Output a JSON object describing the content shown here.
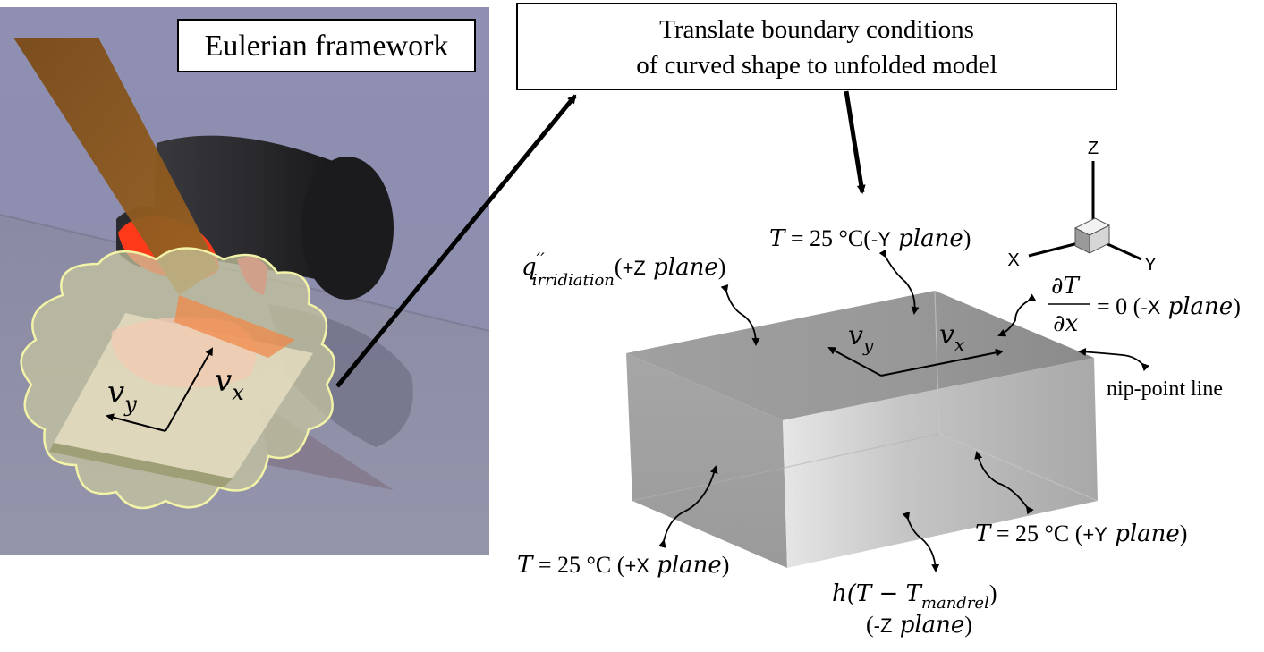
{
  "left_panel": {
    "title": "Eulerian framework",
    "v_x": "v",
    "v_x_sub": "x",
    "v_y": "v",
    "v_y_sub": "y"
  },
  "top_box": {
    "line1": "Translate boundary conditions",
    "line2": "of curved shape to unfolded model"
  },
  "axes": {
    "z": "Z",
    "x": "X",
    "y": "Y"
  },
  "labels": {
    "neg_y": {
      "T": "T",
      "eq": " = 25 °C(",
      "plane_axis": "-Y",
      "plane": " plane",
      "close": ")"
    },
    "pos_z": {
      "q": "q",
      "prime": "′′",
      "sub": "irridiation",
      "open": "(",
      "plane_axis": "+Z",
      "plane": " plane",
      "close": ")"
    },
    "neg_x": {
      "num": "∂T",
      "den": "∂x",
      "eq": "= 0 (",
      "plane_axis": "-X",
      "plane": " plane",
      "close": ")"
    },
    "nip": "nip-point line",
    "box_vy": "v",
    "box_vy_sub": "y",
    "box_vx": "v",
    "box_vx_sub": "x",
    "pos_y": {
      "T": "T",
      "eq": " = 25 °C (",
      "plane_axis": "+Y",
      "plane": " plane",
      "close": ")"
    },
    "pos_x": {
      "T": "T",
      "eq": " = 25 °C (",
      "plane_axis": "+X",
      "plane": " plane",
      "close": ")"
    },
    "neg_z": {
      "h": "h",
      "open": "(T − T",
      "sub": "mandrel",
      "close": ")",
      "line2_open": "(",
      "plane_axis": "-Z",
      "plane": " plane",
      "line2_close": ")"
    }
  }
}
